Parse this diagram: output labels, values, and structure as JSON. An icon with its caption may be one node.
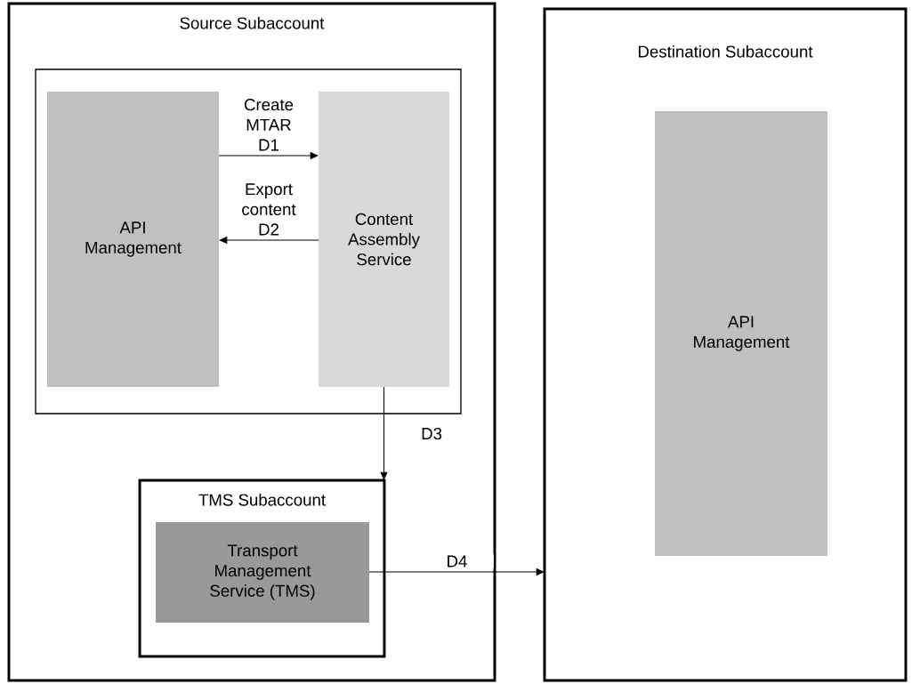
{
  "diagram": {
    "nodes": [
      {
        "text": [
          "Source Subaccount"
        ]
      },
      {
        "text": [],
        "shape": "box",
        "in": 0
      },
      {
        "text": [
          "API Management"
        ],
        "in": 1
      },
      {
        "text": [
          "Content Assembly Service"
        ],
        "in": 1
      },
      {
        "text": [
          "TMS Subaccount"
        ],
        "in": 0
      },
      {
        "text": [
          "Transport Management Service (TMS)"
        ],
        "in": 4
      },
      {
        "text": [
          "Destination Subaccount"
        ]
      },
      {
        "text": [
          "API Management"
        ],
        "in": 6
      }
    ],
    "edges": [
      {
        "from": 2,
        "to": 3,
        "arrow": "to",
        "label": "Create MTAR D1"
      },
      {
        "from": 3,
        "to": 2,
        "arrow": "to",
        "label": "Export content D2"
      },
      {
        "from": 3,
        "to": 4,
        "arrow": "to",
        "label": "D3"
      },
      {
        "from": 5,
        "to": 6,
        "arrow": "to",
        "label": "D4"
      }
    ]
  }
}
